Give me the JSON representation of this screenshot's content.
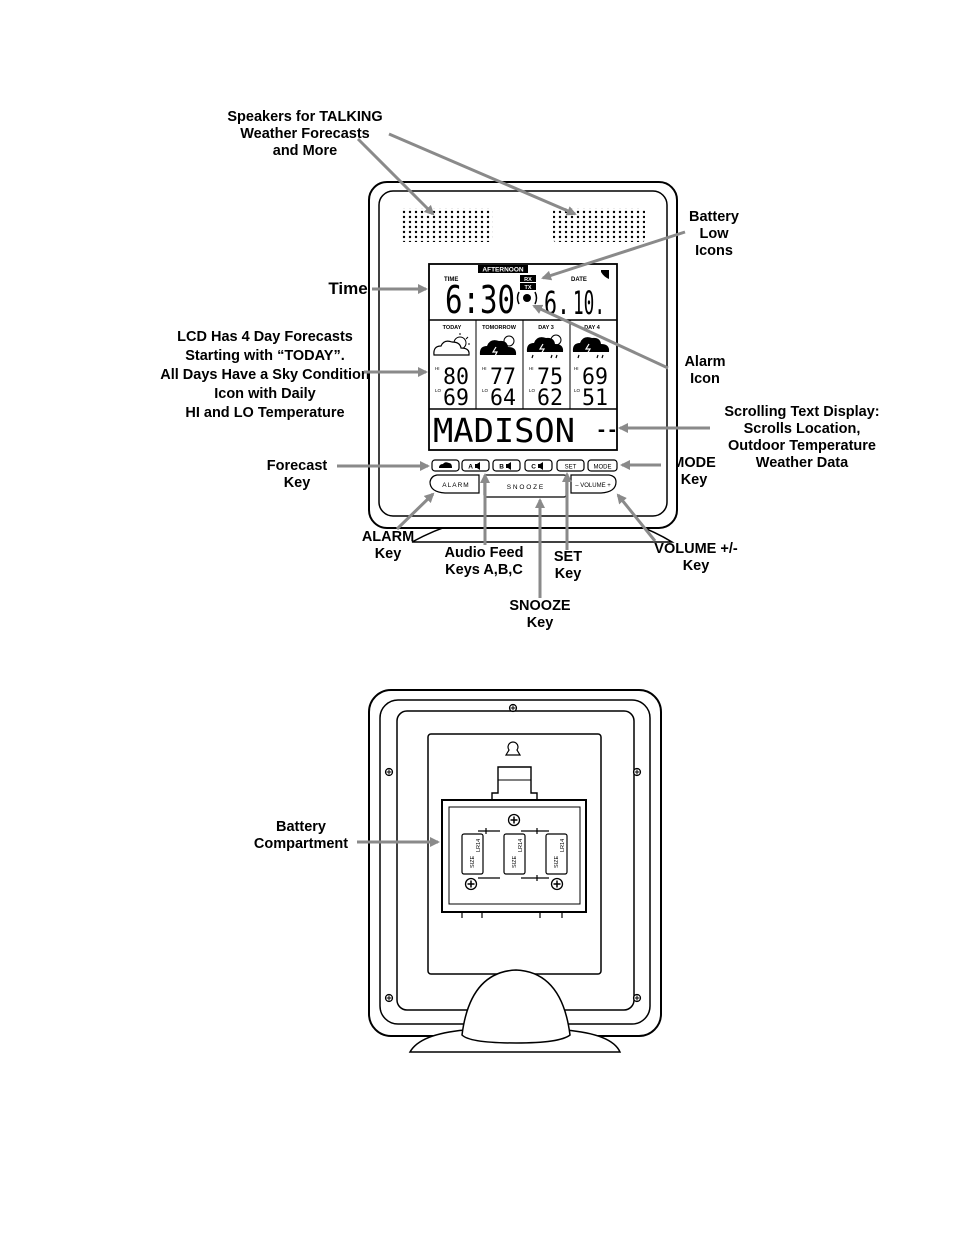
{
  "callouts": {
    "speakers": [
      "Speakers for TALKING",
      "Weather Forecasts",
      "and More"
    ],
    "battery_low": [
      "Battery",
      "Low",
      "Icons"
    ],
    "time": [
      "Time"
    ],
    "lcd": [
      "LCD Has 4 Day Forecasts",
      "Starting with “TODAY”.",
      "All Days Have a Sky Condition",
      "Icon with Daily",
      "HI and LO Temperature"
    ],
    "alarm_icon": [
      "Alarm",
      "Icon"
    ],
    "scrolling": [
      "Scrolling Text Display:",
      "Scrolls Location,",
      "Outdoor Temperature",
      "Weather Data"
    ],
    "forecast_key": [
      "Forecast",
      "Key"
    ],
    "mode_key": [
      "MODE",
      "Key"
    ],
    "alarm_key": [
      "ALARM",
      "Key"
    ],
    "audio_feed": [
      "Audio Feed",
      "Keys A,B,C"
    ],
    "set_key": [
      "SET",
      "Key"
    ],
    "volume_key": [
      "VOLUME +/-",
      "Key"
    ],
    "snooze_key": [
      "SNOOZE",
      "Key"
    ],
    "battery_compartment": [
      "Battery",
      "Compartment"
    ]
  },
  "lcd": {
    "afternoon": "AFTERNOON",
    "time_label": "TIME",
    "date_label": "DATE",
    "rx": "RX",
    "tx": "TX",
    "time_value": "6:30",
    "date_month": "6.",
    "date_day": "10.",
    "days": [
      {
        "label": "TODAY",
        "hi": "80",
        "lo": "69"
      },
      {
        "label": "TOMORROW",
        "hi": "77",
        "lo": "64"
      },
      {
        "label": "DAY 3",
        "hi": "75",
        "lo": "62"
      },
      {
        "label": "DAY 4",
        "hi": "69",
        "lo": "51"
      }
    ],
    "hi_label": "HI",
    "lo_label": "LO",
    "scroll_text": "MADISON",
    "scroll_suffix": "--"
  },
  "buttons": {
    "a": "A",
    "b": "B",
    "c": "C",
    "set": "SET",
    "mode": "MODE",
    "alarm": "ALARM",
    "snooze": "S N O O Z E",
    "volume": "– VOLUME +"
  },
  "battery": {
    "size_label": "SIZE",
    "type_label": "LR14"
  },
  "colors": {
    "arrow": "#8a8a8a",
    "outline": "#000000"
  }
}
